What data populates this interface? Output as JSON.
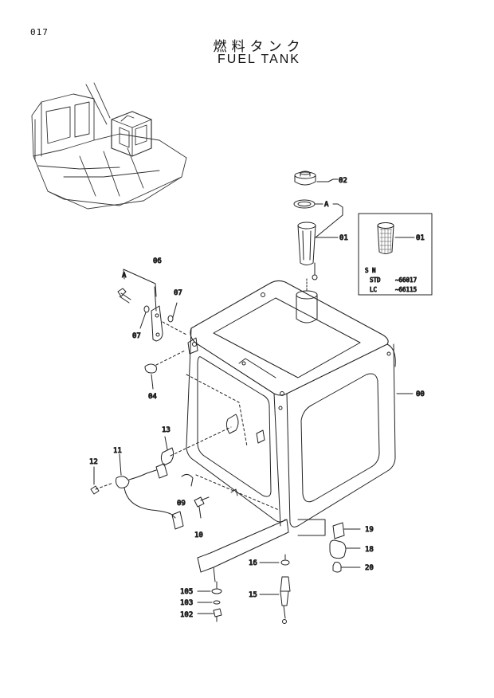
{
  "page_number": "017",
  "title_jp": "燃料タンク",
  "title_en": "FUEL TANK",
  "callouts": {
    "c02": "02",
    "cA_top": "A",
    "c01": "01",
    "c01_inset": "01",
    "c06": "06",
    "cA_left": "A",
    "c07_right": "07",
    "c07_left": "07",
    "c04": "04",
    "c00": "00",
    "c13": "13",
    "c11": "11",
    "c12": "12",
    "c09": "09",
    "c10": "10",
    "c19": "19",
    "c18": "18",
    "c16": "16",
    "c20": "20",
    "c15": "15",
    "c105": "105",
    "c103": "103",
    "c102": "102"
  },
  "inset": {
    "sn_label": "S N",
    "std_label": "STD",
    "std_value": "~66017",
    "lc_label": "LC",
    "lc_value": "~66115"
  }
}
